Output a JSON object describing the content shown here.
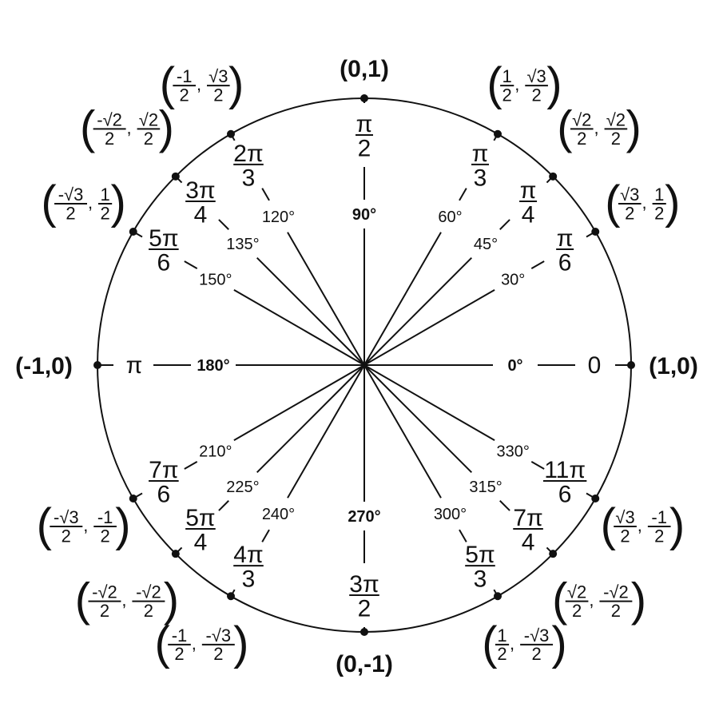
{
  "colors": {
    "ink": "#111111",
    "background": "#ffffff"
  },
  "angles": [
    {
      "deg": 0,
      "deg_label": "0°",
      "axis": true,
      "radian": {
        "text": "0"
      },
      "coord": {
        "text": "(1,0)"
      }
    },
    {
      "deg": 30,
      "deg_label": "30°",
      "radian": {
        "num": "π",
        "den": "6"
      },
      "coord": {
        "x": {
          "num": "√3",
          "den": "2"
        },
        "y": {
          "num": "1",
          "den": "2"
        }
      }
    },
    {
      "deg": 45,
      "deg_label": "45°",
      "radian": {
        "num": "π",
        "den": "4"
      },
      "coord": {
        "x": {
          "num": "√2",
          "den": "2"
        },
        "y": {
          "num": "√2",
          "den": "2"
        }
      }
    },
    {
      "deg": 60,
      "deg_label": "60°",
      "radian": {
        "num": "π",
        "den": "3"
      },
      "coord": {
        "x": {
          "num": "1",
          "den": "2"
        },
        "y": {
          "num": "√3",
          "den": "2"
        }
      }
    },
    {
      "deg": 90,
      "deg_label": "90°",
      "axis": true,
      "radian": {
        "num": "π",
        "den": "2"
      },
      "coord": {
        "text": "(0,1)"
      }
    },
    {
      "deg": 120,
      "deg_label": "120°",
      "radian": {
        "num": "2π",
        "den": "3"
      },
      "coord": {
        "x": {
          "num": "-1",
          "den": "2"
        },
        "y": {
          "num": "√3",
          "den": "2"
        }
      }
    },
    {
      "deg": 135,
      "deg_label": "135°",
      "radian": {
        "num": "3π",
        "den": "4"
      },
      "coord": {
        "x": {
          "num": "-√2",
          "den": "2"
        },
        "y": {
          "num": "√2",
          "den": "2"
        }
      }
    },
    {
      "deg": 150,
      "deg_label": "150°",
      "radian": {
        "num": "5π",
        "den": "6"
      },
      "coord": {
        "x": {
          "num": "-√3",
          "den": "2"
        },
        "y": {
          "num": "1",
          "den": "2"
        }
      }
    },
    {
      "deg": 180,
      "deg_label": "180°",
      "axis": true,
      "radian": {
        "text": "π"
      },
      "coord": {
        "text": "(-1,0)"
      }
    },
    {
      "deg": 210,
      "deg_label": "210°",
      "radian": {
        "num": "7π",
        "den": "6"
      },
      "coord": {
        "x": {
          "num": "-√3",
          "den": "2"
        },
        "y": {
          "num": "-1",
          "den": "2"
        }
      }
    },
    {
      "deg": 225,
      "deg_label": "225°",
      "radian": {
        "num": "5π",
        "den": "4"
      },
      "coord": {
        "x": {
          "num": "-√2",
          "den": "2"
        },
        "y": {
          "num": "-√2",
          "den": "2"
        }
      }
    },
    {
      "deg": 240,
      "deg_label": "240°",
      "radian": {
        "num": "4π",
        "den": "3"
      },
      "coord": {
        "x": {
          "num": "-1",
          "den": "2"
        },
        "y": {
          "num": "-√3",
          "den": "2"
        }
      }
    },
    {
      "deg": 270,
      "deg_label": "270°",
      "axis": true,
      "radian": {
        "num": "3π",
        "den": "2"
      },
      "coord": {
        "text": "(0,-1)"
      }
    },
    {
      "deg": 300,
      "deg_label": "300°",
      "radian": {
        "num": "5π",
        "den": "3"
      },
      "coord": {
        "x": {
          "num": "1",
          "den": "2"
        },
        "y": {
          "num": "-√3",
          "den": "2"
        }
      }
    },
    {
      "deg": 315,
      "deg_label": "315°",
      "radian": {
        "num": "7π",
        "den": "4"
      },
      "coord": {
        "x": {
          "num": "√2",
          "den": "2"
        },
        "y": {
          "num": "-√2",
          "den": "2"
        }
      }
    },
    {
      "deg": 330,
      "deg_label": "330°",
      "radian": {
        "num": "11π",
        "den": "6"
      },
      "coord": {
        "x": {
          "num": "√3",
          "den": "2"
        },
        "y": {
          "num": "-1",
          "den": "2"
        }
      }
    }
  ]
}
